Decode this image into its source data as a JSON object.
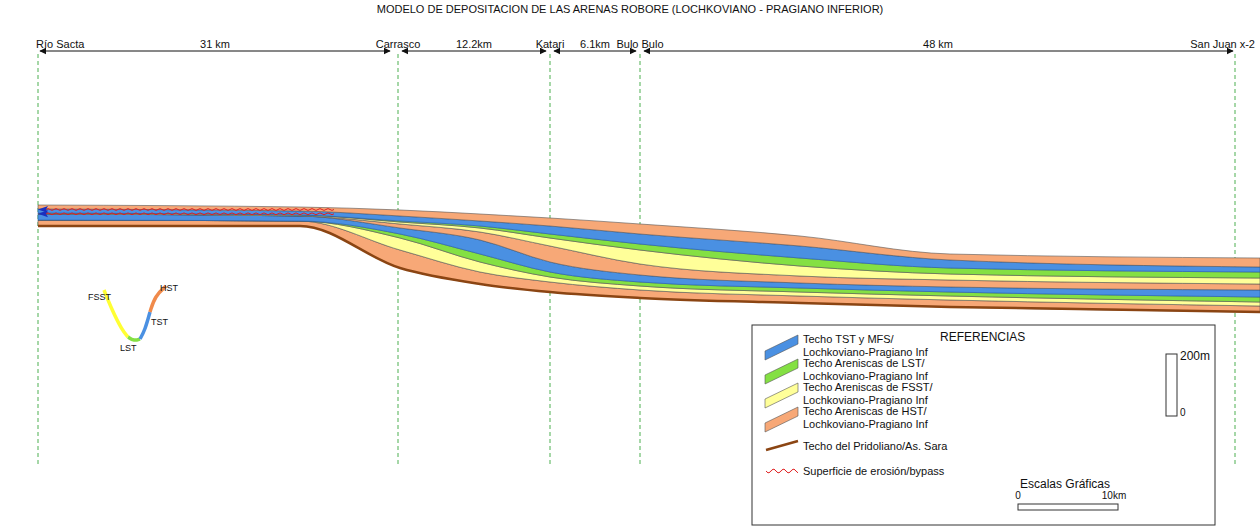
{
  "diagram": {
    "title": "MODELO DE DEPOSITACION DE LAS ARENAS ROBORE (LOCHKOVIANO - PRAGIANO INFERIOR)",
    "labels": [
      "Río Sacta",
      "Carrasco",
      "Katari",
      "Bulo Bulo",
      "San Juan x-2",
      "31 km",
      "12.2km",
      "6.1km",
      "48 km",
      "FSST",
      "LST",
      "TST",
      "HST",
      "REFERENCIAS",
      "Escalas Gráficas",
      "0",
      "10km",
      "200m",
      "0"
    ],
    "legend": [
      {
        "text": "Techo TST y MFS/ Lochkoviano-Pragiano Inf",
        "color": "#4a90e2"
      },
      {
        "text": "Techo Areniscas de LST/ Lochkoviano-Pragiano Inf",
        "color": "#84e043"
      },
      {
        "text": "Techo Areniscas de FSST/ Lochkoviano-Pragiano Inf",
        "color": "#ffff99"
      },
      {
        "text": "Techo Areniscas de HST/ Lochkoviano-Pragiano Inf",
        "color": "#f7a877"
      },
      {
        "text": "Techo del Pridoliano/As. Sara"
      },
      {
        "text": "Superficie de erosión/bypass"
      }
    ]
  }
}
